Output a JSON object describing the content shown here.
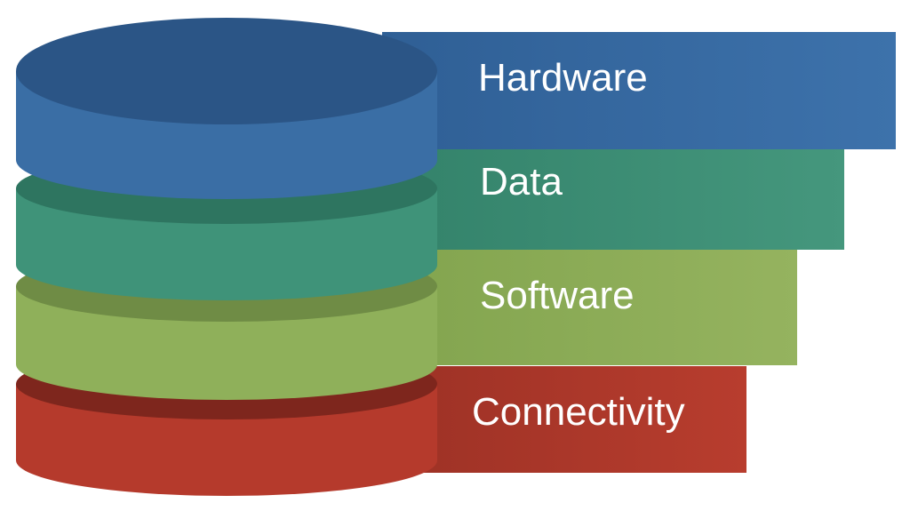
{
  "layers": [
    {
      "label": "Hardware",
      "color": "#3a6ea5",
      "dark_color": "#2b5586"
    },
    {
      "label": "Data",
      "color": "#3f9379",
      "dark_color": "#2e7560"
    },
    {
      "label": "Software",
      "color": "#8fb05a",
      "dark_color": "#6f8c45"
    },
    {
      "label": "Connectivity",
      "color": "#b53a2c",
      "dark_color": "#7e261d"
    }
  ]
}
